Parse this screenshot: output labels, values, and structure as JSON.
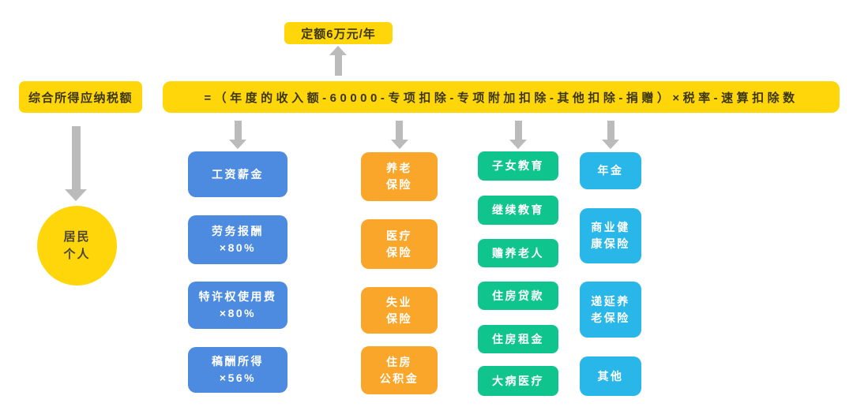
{
  "diagram": {
    "top_note": "定额6万元/年",
    "result_box": "综合所得应纳税额",
    "formula": "=（年度的收入额-60000-专项扣除-专项附加扣除-其他扣除-捐赠）×税率-速算扣除数",
    "taxpayer": {
      "lines": [
        "居民",
        "个人"
      ]
    }
  },
  "colors": {
    "yellow": "#FFD60A",
    "blue": "#4D8BE0",
    "orange": "#F9A62B",
    "green": "#10C58D",
    "sky": "#29B6E8",
    "arrow_gray": "#BBBBBB",
    "dark_text": "#3C3613"
  },
  "columns": [
    {
      "id": "income-items",
      "color": "#4D8BE0",
      "boxes": [
        {
          "lines": [
            "工资薪金"
          ]
        },
        {
          "lines": [
            "劳务报酬",
            "×80%"
          ]
        },
        {
          "lines": [
            "特许权使用费",
            "×80%"
          ]
        },
        {
          "lines": [
            "稿酬所得",
            "×56%"
          ]
        }
      ]
    },
    {
      "id": "special-deductions",
      "color": "#F9A62B",
      "boxes": [
        {
          "lines": [
            "养老",
            "保险"
          ]
        },
        {
          "lines": [
            "医疗",
            "保险"
          ]
        },
        {
          "lines": [
            "失业",
            "保险"
          ]
        },
        {
          "lines": [
            "住房",
            "公积金"
          ]
        }
      ]
    },
    {
      "id": "special-additional-deductions",
      "color": "#10C58D",
      "boxes": [
        {
          "lines": [
            "子女教育"
          ]
        },
        {
          "lines": [
            "继续教育"
          ]
        },
        {
          "lines": [
            "赡养老人"
          ]
        },
        {
          "lines": [
            "住房贷款"
          ]
        },
        {
          "lines": [
            "住房租金"
          ]
        },
        {
          "lines": [
            "大病医疗"
          ]
        }
      ]
    },
    {
      "id": "other-deductions",
      "color": "#29B6E8",
      "boxes": [
        {
          "lines": [
            "年金"
          ]
        },
        {
          "lines": [
            "商业健",
            "康保险"
          ]
        },
        {
          "lines": [
            "递延养",
            "老保险"
          ]
        },
        {
          "lines": [
            "其他"
          ]
        }
      ]
    }
  ]
}
